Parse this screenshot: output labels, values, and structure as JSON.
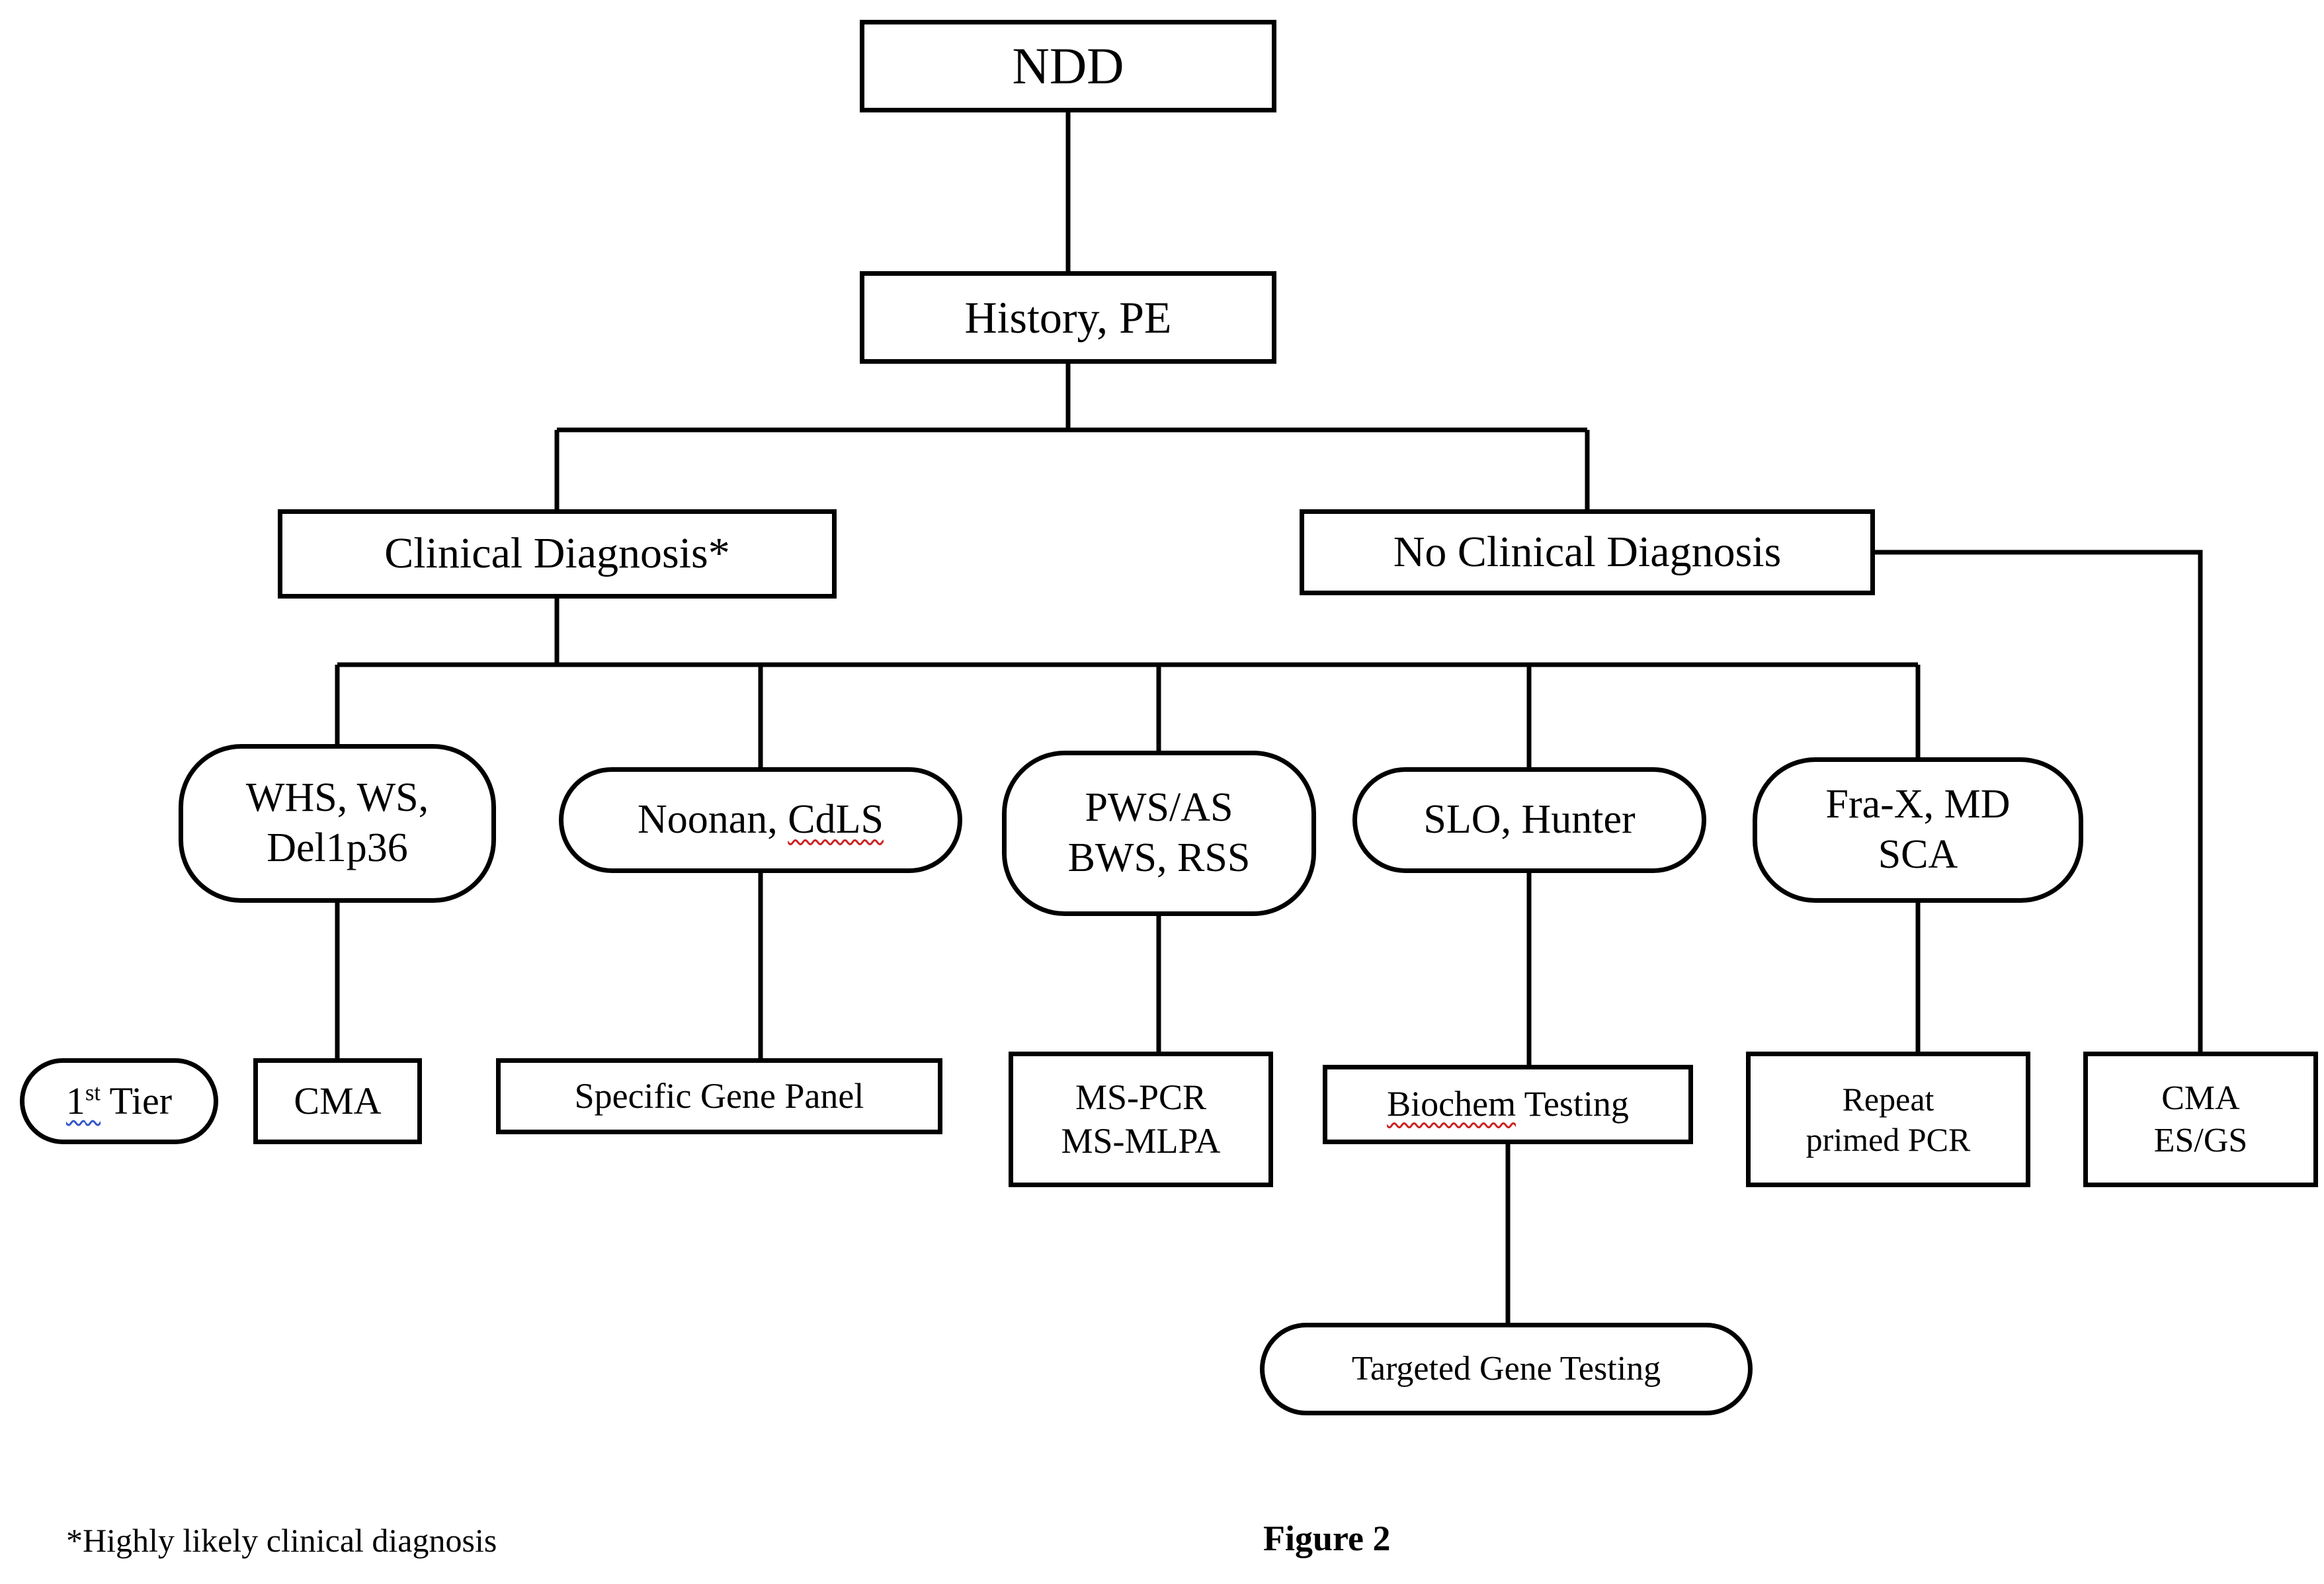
{
  "figure": {
    "footnote": "*Highly likely clinical diagnosis",
    "caption": "Figure 2"
  },
  "colors": {
    "line": "#000000",
    "box_border": "#000000",
    "background": "#ffffff",
    "spellcheck_underline": "#cc2222",
    "grammar_underline": "#3355cc"
  },
  "nodes": {
    "ndd": {
      "label": "NDD"
    },
    "history": {
      "label": "History, PE"
    },
    "clinical_diagnosis": {
      "label": "Clinical Diagnosis*"
    },
    "no_clinical_diagnosis": {
      "label": "No Clinical Diagnosis"
    },
    "whs": {
      "line1": "WHS, WS,",
      "line2": "Del1p36"
    },
    "noonan": {
      "text": "Noonan, ",
      "underlined": "CdLS"
    },
    "pws": {
      "line1": "PWS/AS",
      "line2": "BWS, RSS"
    },
    "slo": {
      "label": "SLO, Hunter"
    },
    "frax": {
      "line1": "Fra-X, MD",
      "line2": "SCA"
    },
    "first_tier": {
      "number": "1",
      "ordinal": "st",
      "rest": " Tier"
    },
    "cma": {
      "label": "CMA"
    },
    "specific_gene_panel": {
      "label": "Specific Gene Panel"
    },
    "ms_pcr": {
      "line1": "MS-PCR",
      "line2": "MS-MLPA"
    },
    "biochem": {
      "underlined": "Biochem",
      "rest": " Testing"
    },
    "repeat_primed_pcr": {
      "line1": "Repeat",
      "line2": "primed PCR"
    },
    "cma_es_gs": {
      "line1": "CMA",
      "line2": "ES/GS"
    },
    "targeted_gene_testing": {
      "label": "Targeted Gene Testing"
    }
  }
}
